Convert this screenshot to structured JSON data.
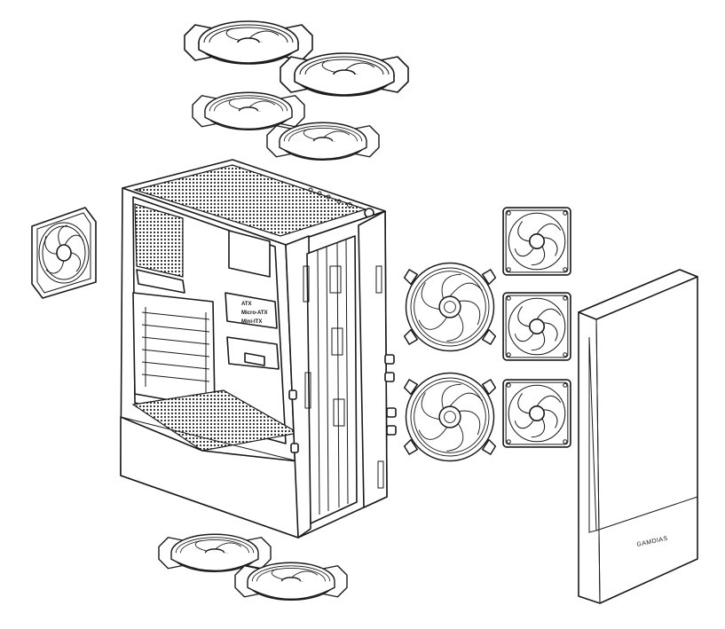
{
  "motherboard_labels": [
    "ATX",
    "Micro-ATX",
    "Mini-ITX"
  ],
  "front_panel_brand": "GAMDIAS",
  "colors": {
    "line": "#1a1a1a",
    "background": "#ffffff"
  }
}
